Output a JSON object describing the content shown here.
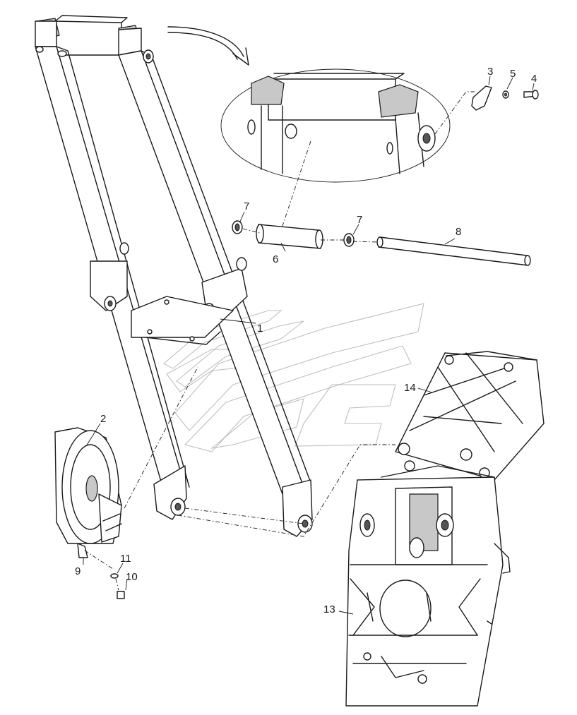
{
  "callouts": {
    "c1": "1",
    "c2": "2",
    "c3": "3",
    "c4": "4",
    "c5": "5",
    "c6": "6",
    "c7a": "7",
    "c7b": "7",
    "c8": "8",
    "c9": "9",
    "c10": "10",
    "c11": "11",
    "c13": "13",
    "c14": "14"
  },
  "colors": {
    "line": "#1a1a1a",
    "part_shade": "#c8c8c8",
    "watermark": "#8a8a8a",
    "background": "#ffffff"
  }
}
